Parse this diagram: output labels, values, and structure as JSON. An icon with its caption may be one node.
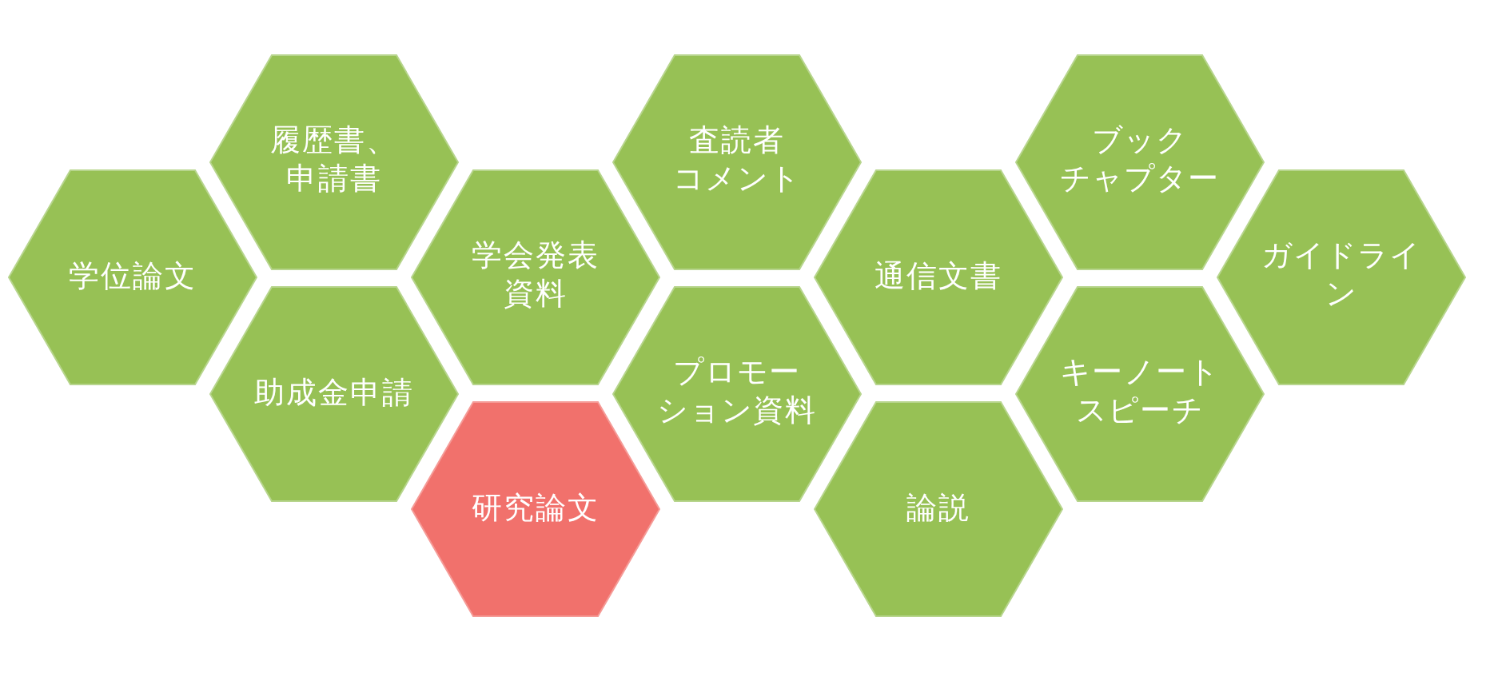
{
  "diagram": {
    "nodes": [
      {
        "text": [
          "学位論文"
        ]
      },
      {
        "text": [
          "履歴書、申請書"
        ]
      },
      {
        "text": [
          "助成金申請"
        ]
      },
      {
        "text": [
          "学会発表資料"
        ]
      },
      {
        "text": [
          "研究論文"
        ]
      },
      {
        "text": [
          "査読者コメント"
        ]
      },
      {
        "text": [
          "プロモーション資料"
        ]
      },
      {
        "text": [
          "通信文書"
        ]
      },
      {
        "text": [
          "論説"
        ]
      },
      {
        "text": [
          "ブックチャプター"
        ]
      },
      {
        "text": [
          "キーノートスピーチ"
        ]
      },
      {
        "text": [
          "ガイドライン"
        ]
      }
    ]
  }
}
